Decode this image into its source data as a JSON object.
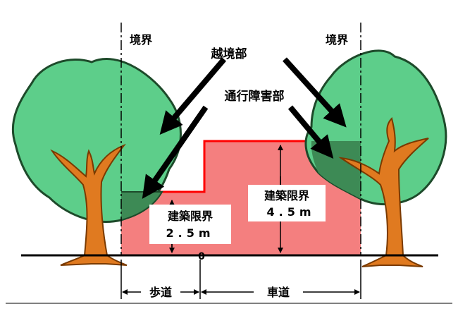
{
  "labels": {
    "boundary_left": "境界",
    "boundary_right": "境界",
    "encroachment": "越境部",
    "obstruction": "通行障害部",
    "clearance_sidewalk_title": "建築限界",
    "clearance_sidewalk_value": "2.5m",
    "clearance_road_title": "建築限界",
    "clearance_road_value": "4.5m",
    "ground_marker": "0",
    "sidewalk": "歩道",
    "roadway": "車道"
  },
  "colors": {
    "clearance_fill": "#f47f7f",
    "clearance_edge": "#ff0000",
    "tree_canopy": "#5dce8a",
    "tree_obstruction": "#3d8a55",
    "tree_trunk": "#e07a20",
    "outline": "#000000"
  }
}
